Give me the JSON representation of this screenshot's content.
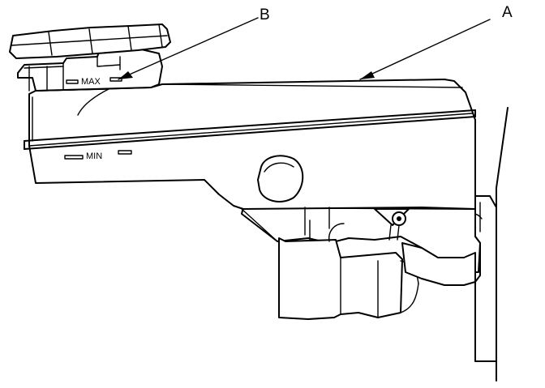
{
  "diagram": {
    "callouts": {
      "a": "A",
      "b": "B"
    },
    "level_marks": {
      "max": "MAX",
      "min": "MIN"
    }
  }
}
